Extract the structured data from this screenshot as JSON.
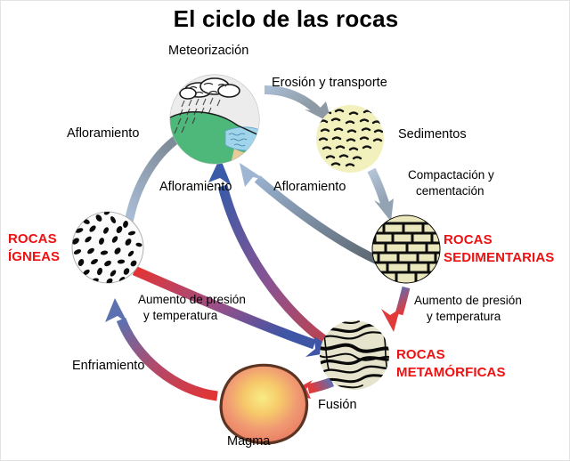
{
  "diagram": {
    "title": "El ciclo de las rocas",
    "type": "cycle-diagram",
    "background_color": "#ffffff",
    "accent_color": "#ee1111"
  },
  "nodes": {
    "weathering": {
      "label": "Meteorización",
      "icon": "landscape-rain-cloud-icon",
      "colors": {
        "sky": "#e8e8e8",
        "land": "#4db87a",
        "water": "#9fd4ea",
        "sand": "#e8cb9a"
      }
    },
    "sediments": {
      "label": "Sedimentos",
      "icon": "sediment-texture-icon",
      "colors": {
        "fill": "#f2f0bd",
        "marks": "#111111"
      }
    },
    "sedimentary": {
      "label_line1": "ROCAS",
      "label_line2": "SEDIMENTARIAS",
      "icon": "sedimentary-brick-texture-icon",
      "colors": {
        "fill": "#e9e7bb",
        "marks": "#111111"
      }
    },
    "metamorphic": {
      "label_line1": "ROCAS",
      "label_line2": "METAMÓRFICAS",
      "icon": "metamorphic-banded-texture-icon",
      "colors": {
        "fill": "#e6e4cd",
        "marks": "#111111"
      }
    },
    "magma": {
      "label": "Magma",
      "icon": "magma-blob-icon",
      "colors": {
        "outer": "#ef8b6e",
        "inner": "#f6e06a",
        "outline": "#5c3422"
      }
    },
    "igneous": {
      "label_line1": "ROCAS",
      "label_line2": "ÍGNEAS",
      "icon": "igneous-speckled-texture-icon",
      "colors": {
        "fill": "#ffffff",
        "marks": "#111111"
      }
    }
  },
  "arrows": [
    {
      "name": "erosion-transport",
      "label": "Erosión y transporte",
      "from": "weathering",
      "to": "sediments",
      "color_start": "#9eb4cf",
      "color_end": "#8d9aa5"
    },
    {
      "name": "compaction-cementation",
      "label_line1": "Compactación y",
      "label_line2": "cementación",
      "from": "sediments",
      "to": "sedimentary",
      "color_start": "#afc0d6",
      "color_end": "#94a4b5"
    },
    {
      "name": "pressure-temp-right",
      "label_line1": "Aumento de presión",
      "label_line2": "y temperatura",
      "from": "sedimentary",
      "to": "metamorphic",
      "color_start": "#5b6fb5",
      "color_end": "#e13a3a"
    },
    {
      "name": "fusion",
      "label": "Fusión",
      "from": "metamorphic",
      "to": "magma",
      "color_start": "#5b6fb5",
      "color_end": "#e13a3a"
    },
    {
      "name": "cooling",
      "label": "Enfriamiento",
      "from": "magma",
      "to": "igneous",
      "color_start": "#e13a3a",
      "color_end": "#5b72b0"
    },
    {
      "name": "pressure-temp-left",
      "label_line1": "Aumento de presión",
      "label_line2": "y temperatura",
      "from": "igneous",
      "to": "metamorphic",
      "color_start": "#e13a3a",
      "color_end": "#3f55a5"
    },
    {
      "name": "uplift-igneous",
      "label": "Afloramiento",
      "from": "igneous",
      "to": "weathering",
      "color_start": "#a9bfdb",
      "color_end": "#7f8c99"
    },
    {
      "name": "uplift-metamorphic",
      "label": "Afloramiento",
      "from": "metamorphic",
      "to": "weathering",
      "color_start": "#b04a55",
      "color_end": "#3a5ba8"
    },
    {
      "name": "uplift-sedimentary",
      "label": "Afloramiento",
      "from": "sedimentary",
      "to": "weathering",
      "color_start": "#5c6670",
      "color_end": "#8fa9c9"
    }
  ]
}
